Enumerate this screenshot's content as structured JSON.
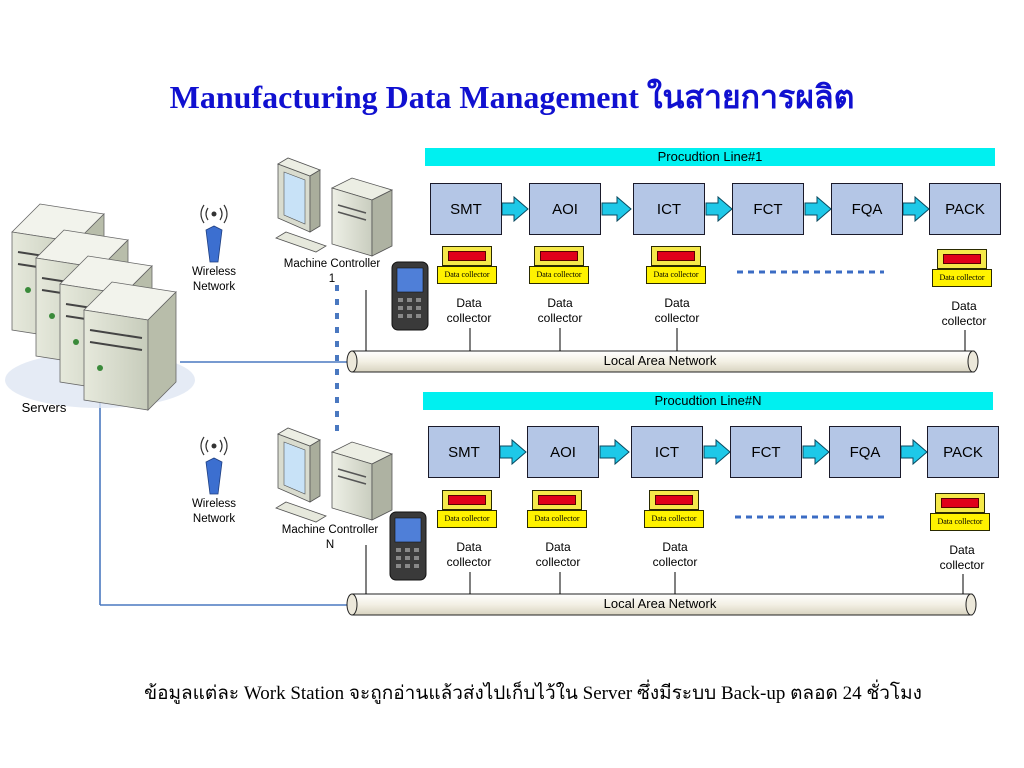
{
  "title": "Manufacturing Data Management ในสายการผลิต",
  "footer": "ข้อมูลแต่ละ Work Station จะถูกอ่านแล้วส่งไปเก็บไว้ใน Server ซึ่งมีระบบ Back-up ตลอด 24 ชั่วโมง",
  "servers_label": "Servers",
  "lines": [
    {
      "banner": "Procudtion Line#1",
      "stages": [
        "SMT",
        "AOI",
        "ICT",
        "FCT",
        "FQA",
        "PACK"
      ],
      "controller_label_1": "Machine Controller",
      "controller_label_2": "1",
      "wireless_label_1": "Wireless",
      "wireless_label_2": "Network",
      "lan_label": "Local Area Network",
      "collectors": [
        {
          "box": "Data collector",
          "label_1": "Data",
          "label_2": "collector"
        },
        {
          "box": "Data collector",
          "label_1": "Data",
          "label_2": "collector"
        },
        {
          "box": "Data collector",
          "label_1": "Data",
          "label_2": "collector"
        },
        {
          "box": "Data collector",
          "label_1": "Data",
          "label_2": "collector"
        }
      ]
    },
    {
      "banner": "Procudtion Line#N",
      "stages": [
        "SMT",
        "AOI",
        "ICT",
        "FCT",
        "FQA",
        "PACK"
      ],
      "controller_label_1": "Machine Controller",
      "controller_label_2": "N",
      "wireless_label_1": "Wireless",
      "wireless_label_2": "Network",
      "lan_label": "Local Area Network",
      "collectors": [
        {
          "box": "Data collector",
          "label_1": "Data",
          "label_2": "collector"
        },
        {
          "box": "Data collector",
          "label_1": "Data",
          "label_2": "collector"
        },
        {
          "box": "Data collector",
          "label_1": "Data",
          "label_2": "collector"
        },
        {
          "box": "Data collector",
          "label_1": "Data",
          "label_2": "collector"
        }
      ]
    }
  ],
  "colors": {
    "title": "#1010d0",
    "banner": "#00f0f0",
    "stage_fill": "#b4c6e6",
    "arrow": "#1ec8e8",
    "collector_top": "#f5e94a",
    "collector_display": "#e0001a",
    "connector": "#4a78c0"
  },
  "icons": [
    "server-rack-icon",
    "wireless-antenna-icon",
    "desktop-computer-icon",
    "handheld-scanner-icon"
  ]
}
